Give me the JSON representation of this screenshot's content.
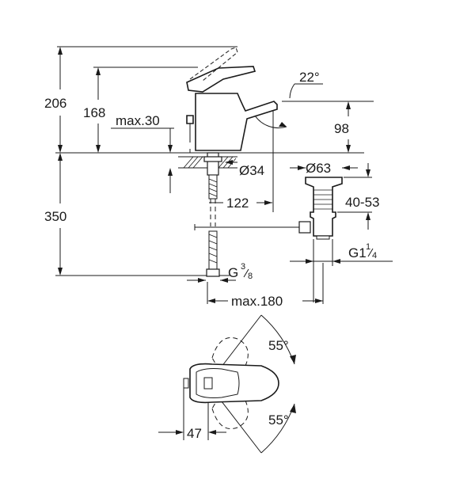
{
  "dimensions": {
    "total_height": "206",
    "spout_height": "168",
    "max_deck": "max.30",
    "lever_angle": "22°",
    "spout_outlet_height": "98",
    "hole_diameter": "Ø34",
    "waste_diameter": "Ø63",
    "reach": "122",
    "waste_adjust": "40-53",
    "hose_length": "350",
    "hose_thread_base": "G",
    "hose_thread_num": "3",
    "hose_thread_den": "8",
    "waste_thread_base": "G1",
    "waste_thread_num": "1",
    "waste_thread_den": "4",
    "waste_max": "max.180",
    "swivel_top": "55°",
    "swivel_bottom": "55°",
    "plan_offset": "47"
  }
}
